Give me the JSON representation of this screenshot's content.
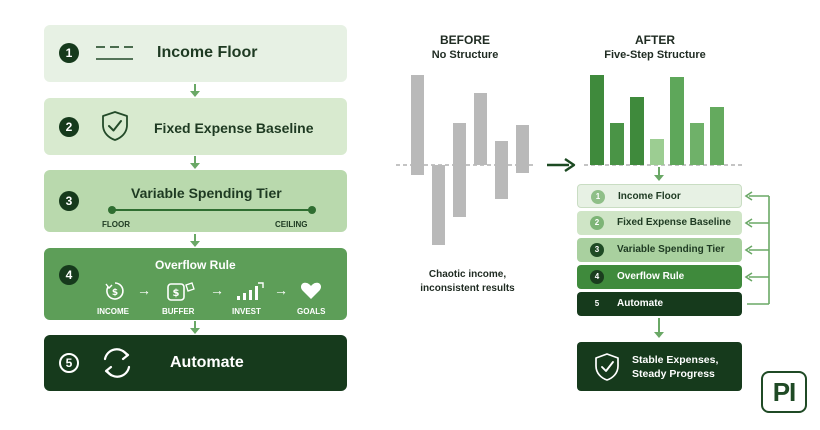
{
  "steps": [
    {
      "number": "1",
      "title": "Income Floor",
      "icon": "dashes-icon"
    },
    {
      "number": "2",
      "title": "Fixed Expense Baseline",
      "icon": "shield-check-icon"
    },
    {
      "number": "3",
      "title": "Variable Spending Tier",
      "range_low": "FLOOR",
      "range_high": "CEILING"
    },
    {
      "number": "4",
      "title": "Overflow Rule",
      "flow": [
        {
          "label": "INCOME",
          "icon": "money-clock-icon"
        },
        {
          "label": "BUFFER",
          "icon": "money-jar-icon"
        },
        {
          "label": "INVEST",
          "icon": "growth-bars-icon"
        },
        {
          "label": "GOALS",
          "icon": "heart-icon"
        }
      ]
    },
    {
      "number": "5",
      "title": "Automate",
      "icon": "cycle-arrows-icon"
    }
  ],
  "before": {
    "heading": "BEFORE",
    "subheading": "No Structure",
    "caption_line1": "Chaotic income,",
    "caption_line2": "inconsistent results",
    "bars": [
      {
        "top": 4.5,
        "bottom": -0.5
      },
      {
        "top": 0,
        "bottom": -4.0
      },
      {
        "top": 2.1,
        "bottom": -2.6
      },
      {
        "top": 3.6,
        "bottom": 0
      },
      {
        "top": 1.2,
        "bottom": -1.7
      },
      {
        "top": 2.0,
        "bottom": -0.4
      }
    ]
  },
  "after": {
    "heading": "AFTER",
    "subheading": "Five-Step Structure",
    "bars": [
      4.5,
      2.1,
      3.4,
      1.3,
      4.4,
      2.1,
      2.9
    ],
    "steps": [
      {
        "number": "1",
        "label": "Income Floor"
      },
      {
        "number": "2",
        "label": "Fixed Expense Baseline"
      },
      {
        "number": "3",
        "label": "Variable Spending Tier"
      },
      {
        "number": "4",
        "label": "Overflow Rule"
      },
      {
        "number": "5",
        "label": "Automate"
      }
    ],
    "result_line1": "Stable Expenses,",
    "result_line2": "Steady Progress",
    "result_icon": "shield-check-icon"
  },
  "logo_text": "PI",
  "colors": {
    "step1": "#e7f1e4",
    "step2": "#d8eacf",
    "step3": "#b9d9ad",
    "step4": "#5d9e58",
    "step5": "#163a1c",
    "bar_gray": "#b9b9b9",
    "accent": "#4d9a48"
  }
}
